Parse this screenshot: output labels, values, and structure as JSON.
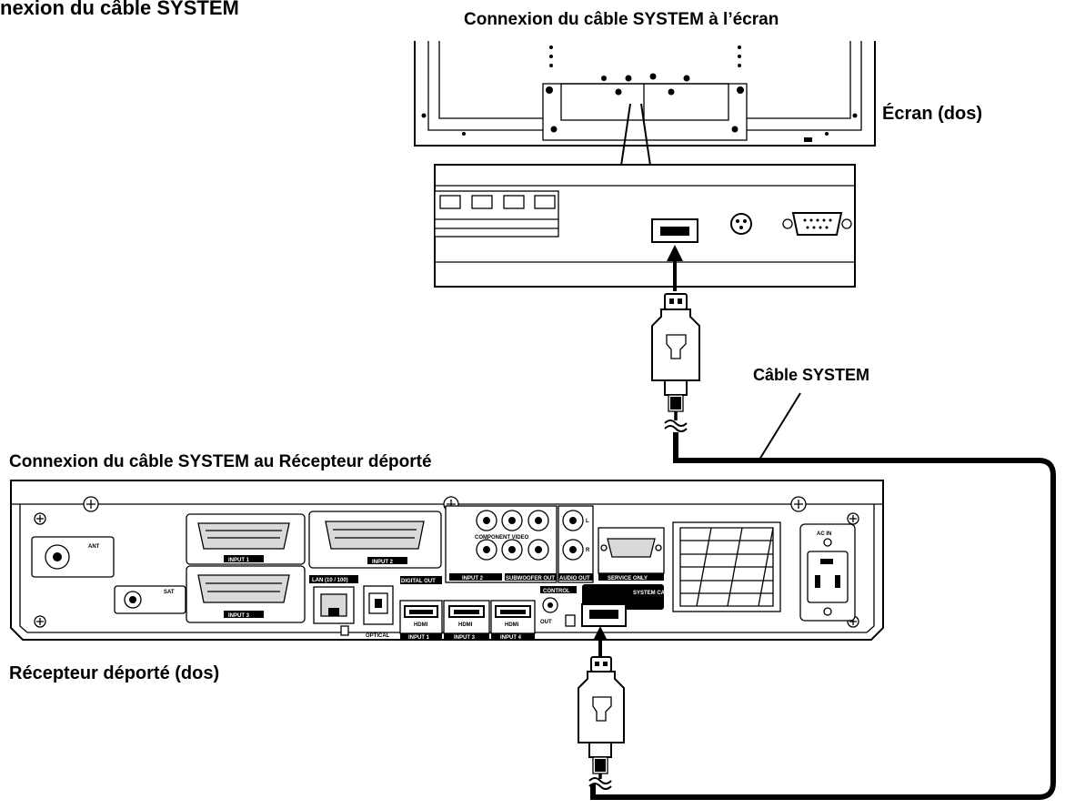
{
  "labels": {
    "heading_partial": "nexion du câble SYSTEM",
    "display_connection_title": "Connexion du câble SYSTEM à l’écran",
    "display_back": "Écran (dos)",
    "system_cable": "Câble SYSTEM",
    "receiver_connection_title": "Connexion du câble SYSTEM au Récepteur déporté",
    "receiver_back": "Récepteur déporté (dos)"
  },
  "receiver_ports": {
    "ant": "ANT",
    "sat": "SAT",
    "input1": "INPUT 1",
    "input2": "INPUT 2",
    "input3": "INPUT 3",
    "lan": "LAN (10 / 100)",
    "digital_out": "DIGITAL OUT",
    "optical": "OPTICAL",
    "hdmi": "HDMI",
    "hdmi_input1": "INPUT 1",
    "hdmi_input3": "INPUT 3",
    "hdmi_input4": "INPUT 4",
    "component_video": "COMPONENT VIDEO",
    "input2_bottom": "INPUT 2",
    "subwoofer_out": "SUBWOOFER OUT",
    "audio_out": "AUDIO OUT",
    "l": "L",
    "r": "R",
    "service_only": "SERVICE ONLY",
    "control": "CONTROL",
    "out": "OUT",
    "system_cable_port": "SYSTEM CABLE",
    "ac_in": "AC IN"
  }
}
